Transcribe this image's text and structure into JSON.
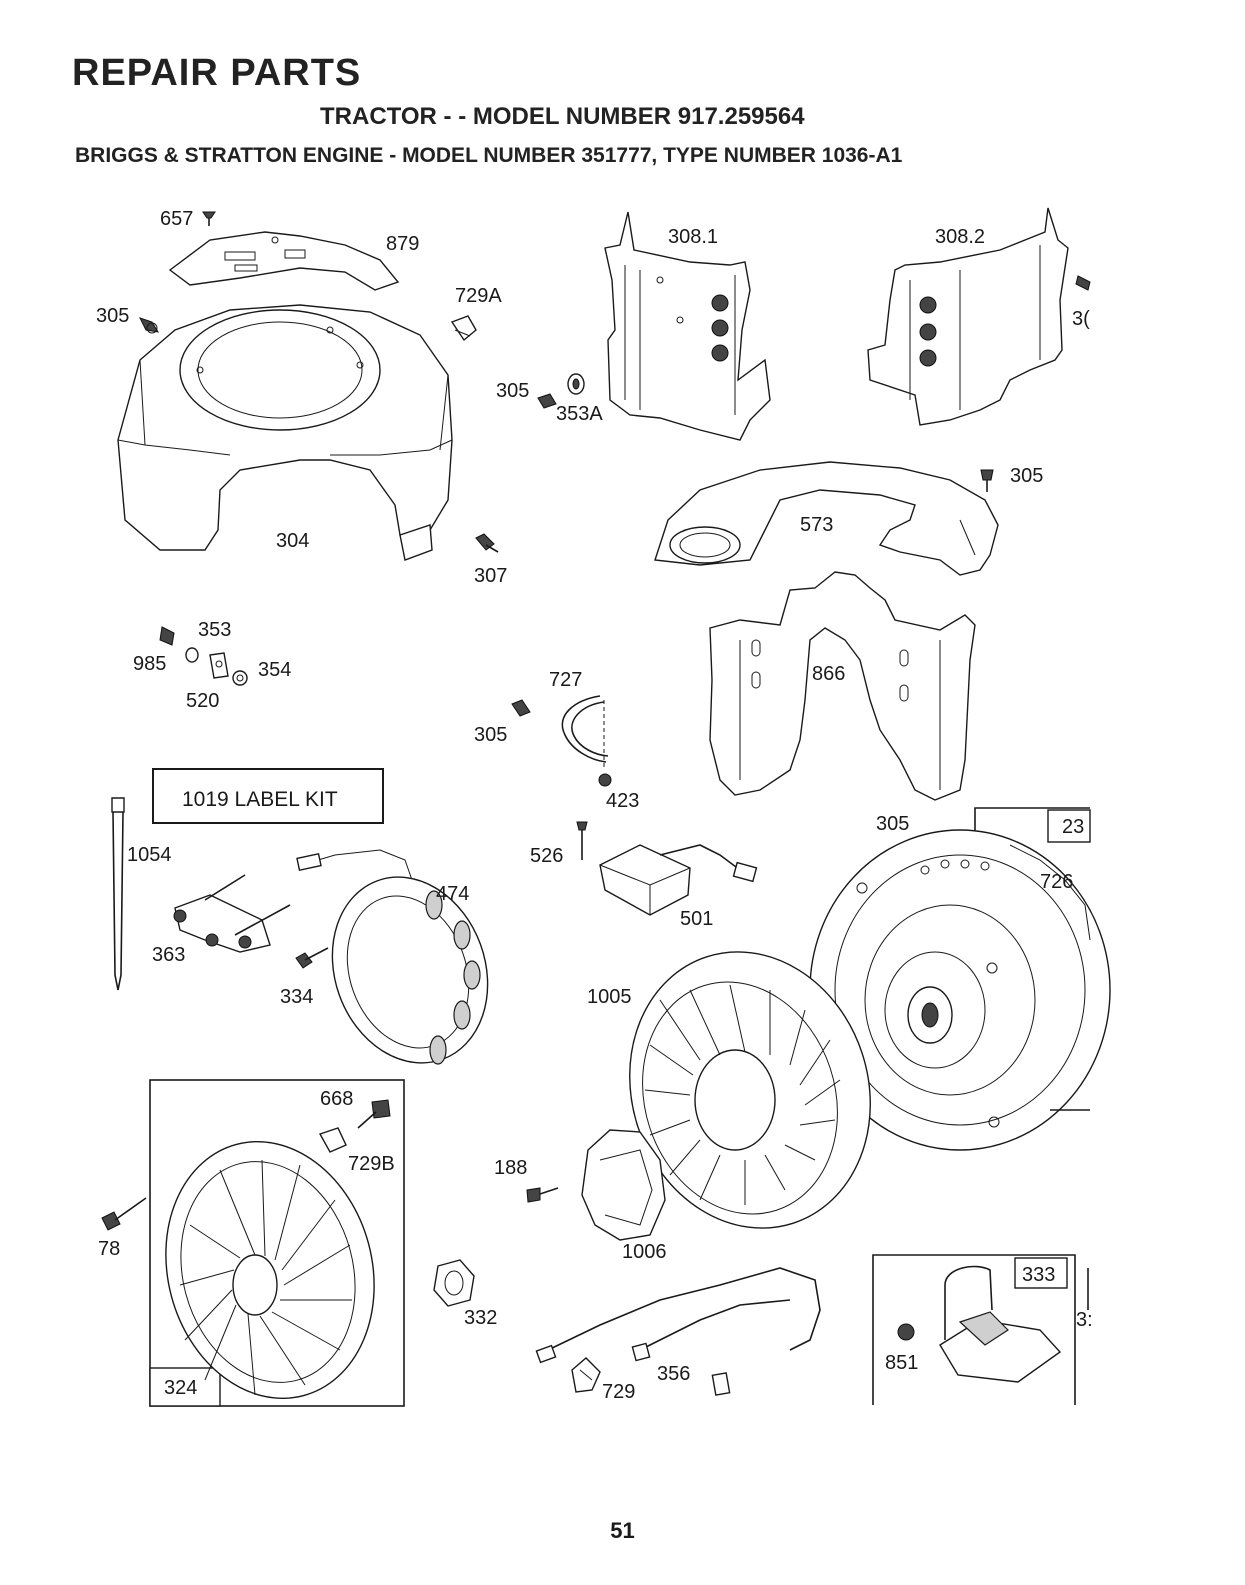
{
  "header": {
    "title": "REPAIR PARTS",
    "subtitle": "TRACTOR - - MODEL NUMBER 917.259564",
    "engine": "BRIGGS & STRATTON ENGINE - MODEL NUMBER 351777, TYPE NUMBER 1036-A1"
  },
  "kit_label": "1019 LABEL KIT",
  "labels": {
    "p657": "657",
    "p879": "879",
    "p305a": "305",
    "p729A": "729A",
    "p308_1": "308.1",
    "p308_2": "308.2",
    "p30x": "3(",
    "p305b": "305",
    "p353A": "353A",
    "p305c": "305",
    "p304": "304",
    "p307": "307",
    "p573": "573",
    "p353": "353",
    "p985": "985",
    "p354": "354",
    "p520": "520",
    "p727": "727",
    "p305d": "305",
    "p866": "866",
    "p423": "423",
    "p305e": "305",
    "p23": "23",
    "p1054": "1054",
    "p526": "526",
    "p474": "474",
    "p726": "726",
    "p501": "501",
    "p363": "363",
    "p334": "334",
    "p1005": "1005",
    "p668": "668",
    "p729B": "729B",
    "p188": "188",
    "p78": "78",
    "p1006": "1006",
    "p333": "333",
    "p3b": "3:",
    "p332": "332",
    "p851": "851",
    "p356": "356",
    "p729": "729",
    "p324": "324"
  },
  "page_number": "51"
}
